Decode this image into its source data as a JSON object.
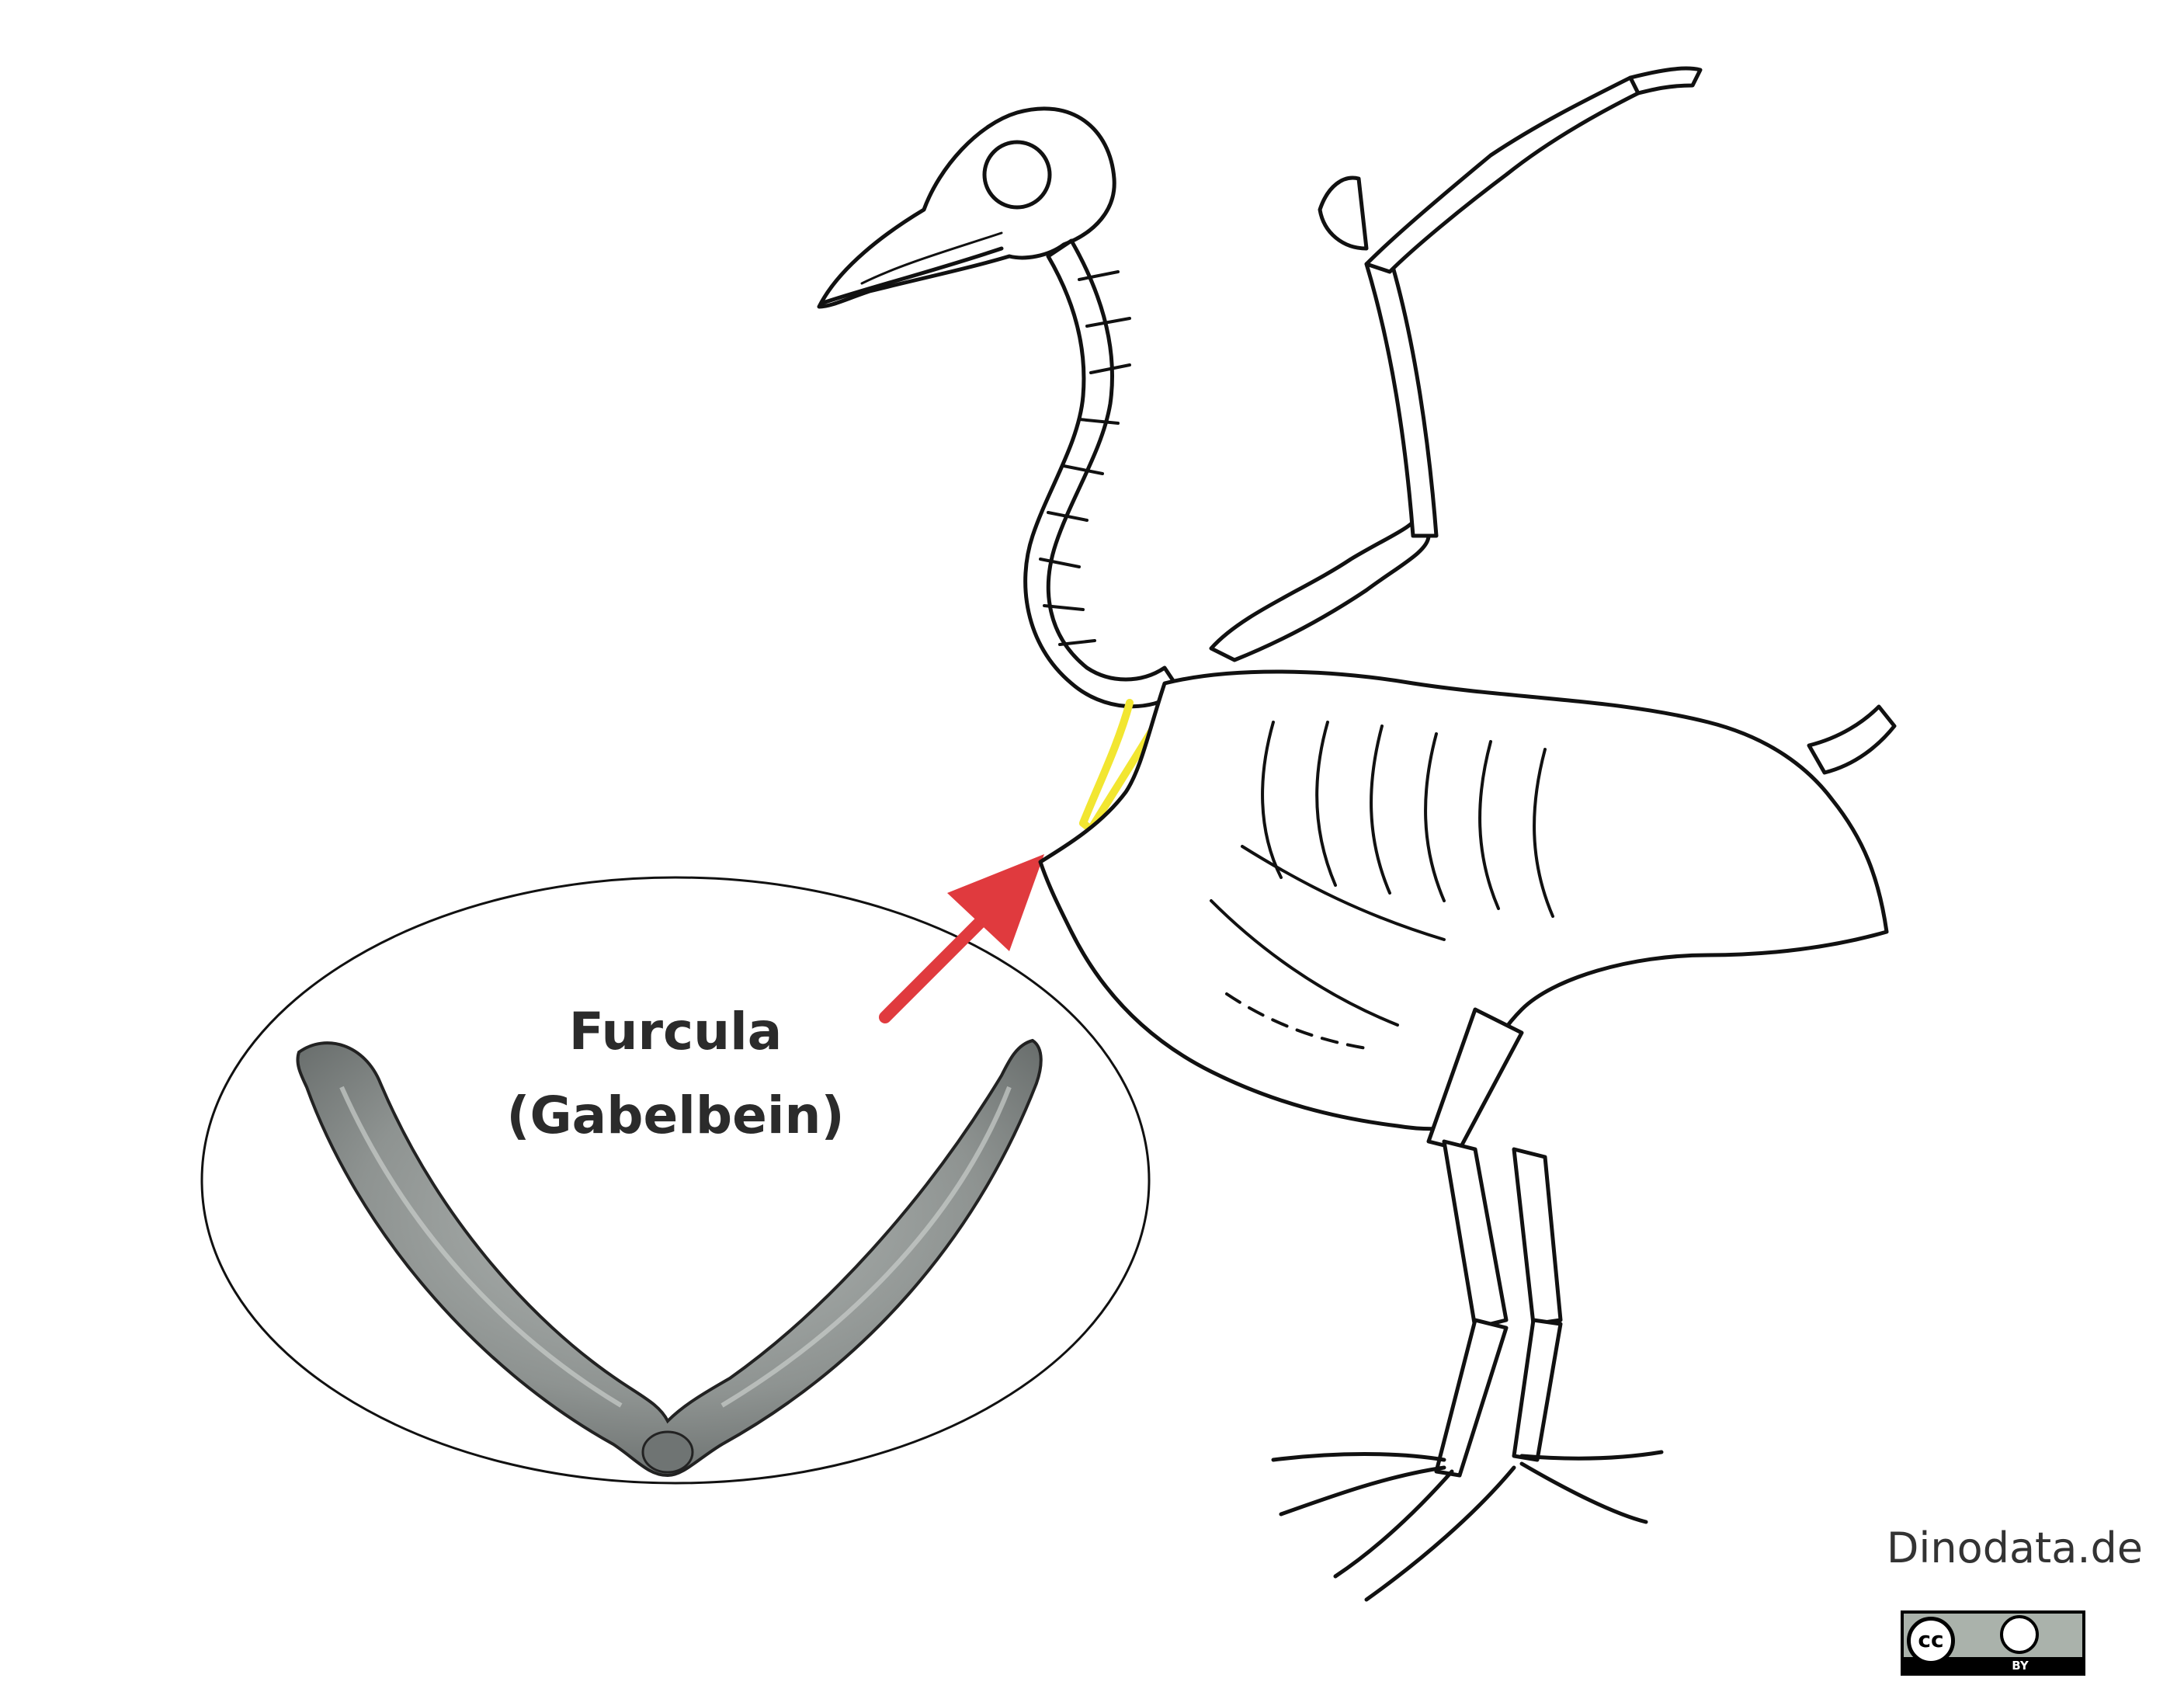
{
  "labels": {
    "line1": "Furcula",
    "line2": "(Gabelbein)"
  },
  "credit": "Dinodata.de",
  "license": {
    "badge_text": "BY",
    "cc_text": "cc"
  },
  "colors": {
    "highlight": "#f2e631",
    "arrow": "#e03a3e",
    "bone_fill": "#8e9391",
    "line": "#111111"
  },
  "icons": {
    "license": "cc-by-icon"
  }
}
